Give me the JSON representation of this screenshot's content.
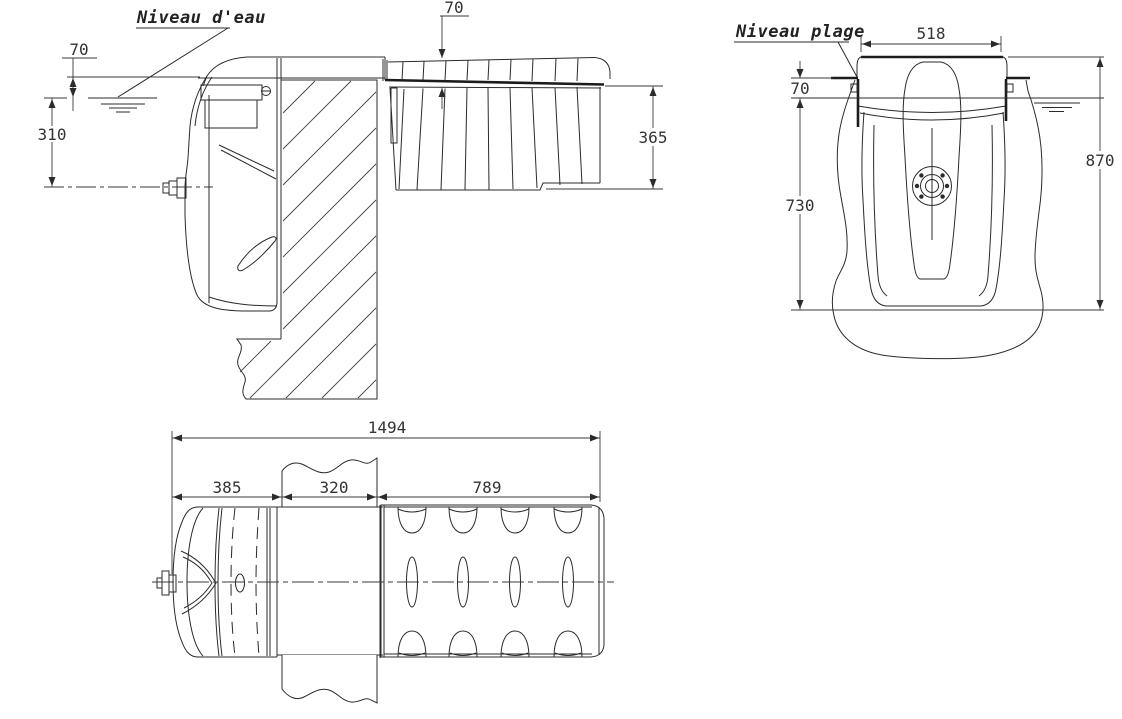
{
  "labels": {
    "water_level": "Niveau d'eau",
    "deck_level": "Niveau plage"
  },
  "side_view": {
    "top_offset_mm": "70",
    "water_to_axis_mm": "310",
    "lid_offset_mm": "70",
    "basket_height_mm": "365"
  },
  "front_view": {
    "width_mm": "518",
    "deck_to_water_mm": "70",
    "water_to_bottom_mm": "730",
    "overall_height_mm": "870"
  },
  "plan_view": {
    "overall_length_mm": "1494",
    "motor_block_length_mm": "385",
    "wall_thickness_mm": "320",
    "lid_length_mm": "789"
  }
}
